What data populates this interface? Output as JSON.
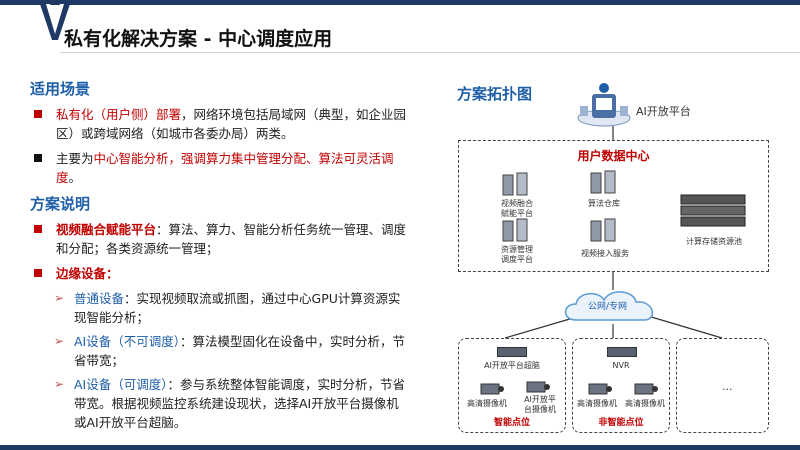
{
  "page": {
    "title": "私有化解决方案 - 中心调度应用"
  },
  "scenario": {
    "heading": "适用场景",
    "bullets": [
      {
        "highlight": "私有化（用户侧）部署",
        "rest": "，网络环境包括局域网（典型，如企业园区）或跨域网络（如城市各委办局）两类。"
      },
      {
        "pre": "主要为",
        "highlight": "中心智能分析，强调算力集中管理分配、算法可灵活调度",
        "post": "。"
      }
    ]
  },
  "description": {
    "heading": "方案说明",
    "bullets": [
      {
        "bold": "视频融合赋能平台",
        "rest": "：算法、算力、智能分析任务统一管理、调度和分配；各类资源统一管理；"
      },
      {
        "bold": "边缘设备："
      }
    ],
    "sub_items": [
      {
        "label": "普通设备",
        "rest": "：实现视频取流或抓图，通过中心GPU计算资源实现智能分析；"
      },
      {
        "label": "AI设备（不可调度）",
        "rest": "：算法模型固化在设备中，实时分析，节省带宽；"
      },
      {
        "label": "AI设备（可调度）",
        "rest": "：参与系统整体智能调度，实时分析，节省带宽。根据视频监控系统建设现状，选择AI开放平台摄像机或AI开放平台超脑。"
      }
    ]
  },
  "topology": {
    "heading": "方案拓扑图",
    "ai_platform": "AI开放平台",
    "data_center": {
      "title": "用户数据中心",
      "items": [
        "视频融合\n赋能平台",
        "算法仓库",
        "资源管理\n调度平台",
        "视频接入服务",
        "计算存储资源池"
      ]
    },
    "network": "公网/专网",
    "edge_left": {
      "title": "智能点位",
      "devices": [
        "AI开放平台超脑",
        "高清摄像机",
        "AI开放平\n台摄像机"
      ]
    },
    "edge_middle": {
      "title": "非智能点位",
      "devices": [
        "NVR",
        "高清摄像机",
        "高清摄像机"
      ]
    },
    "edge_right": {
      "placeholder": "..."
    }
  },
  "colors": {
    "accent_blue": "#1f5fa8",
    "highlight_red": "#c00000",
    "bar": "#1f3864"
  }
}
